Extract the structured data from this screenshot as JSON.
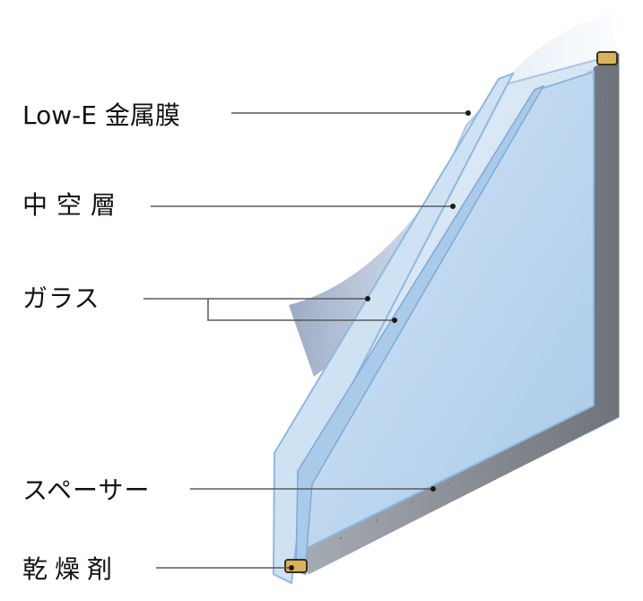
{
  "labels": {
    "low_e": "Low-E 金属膜",
    "air_layer": "中空層",
    "glass": "ガラス",
    "spacer": "スペーサー",
    "desiccant": "乾燥剤"
  },
  "colors": {
    "leader_line": "#5a5a5a",
    "glass_face": "#bcd6ee",
    "glass_edge": "#8fb8e0",
    "spacer": "#8c8f94",
    "desiccant": "#d9b25a"
  }
}
